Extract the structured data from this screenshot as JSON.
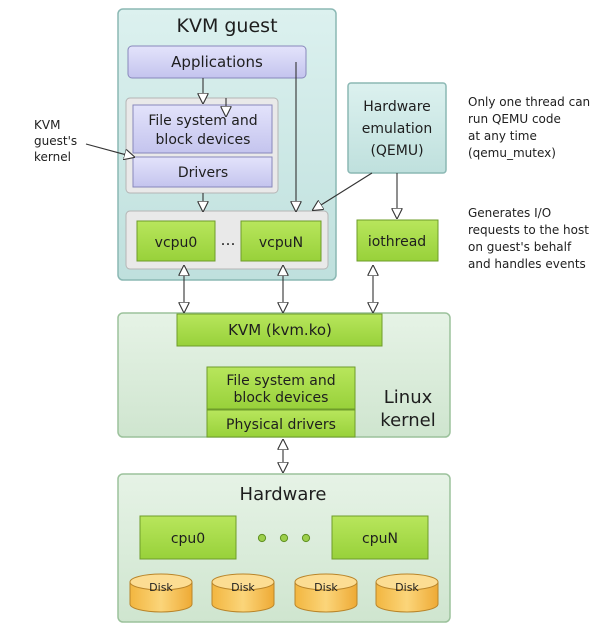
{
  "kvm_guest": {
    "title": "KVM guest",
    "applications": "Applications",
    "fs_block": [
      "File system and",
      "block devices"
    ],
    "drivers": "Drivers",
    "vcpu0": "vcpu0",
    "ellipsis": "…",
    "vcpuN": "vcpuN"
  },
  "guest_kernel_label": [
    "KVM",
    "guest's",
    "kernel"
  ],
  "qemu": {
    "label": [
      "Hardware",
      "emulation",
      "(QEMU)"
    ],
    "iothread": "iothread"
  },
  "notes": {
    "mutex": [
      "Only one thread can",
      "run QEMU code",
      "at any time",
      "(qemu_mutex)"
    ],
    "iothread": [
      "Generates I/O",
      "requests to the host",
      "on guest's behalf",
      "and handles events"
    ]
  },
  "linux_kernel": {
    "title": [
      "Linux",
      "kernel"
    ],
    "kvm_module": "KVM (kvm.ko)",
    "fs_block": [
      "File system and",
      "block devices"
    ],
    "physical_drivers": "Physical drivers"
  },
  "hardware": {
    "title": "Hardware",
    "cpu0": "cpu0",
    "cpuN": "cpuN",
    "disks": [
      "Disk",
      "Disk",
      "Disk",
      "Disk"
    ]
  },
  "colors": {
    "teal_panel": "#cfe9e7",
    "green_panel": "#ddeedd",
    "lime_box": "#a8dc4a",
    "blue_box": "#d4d4f4",
    "disk": "#f6c45a"
  }
}
